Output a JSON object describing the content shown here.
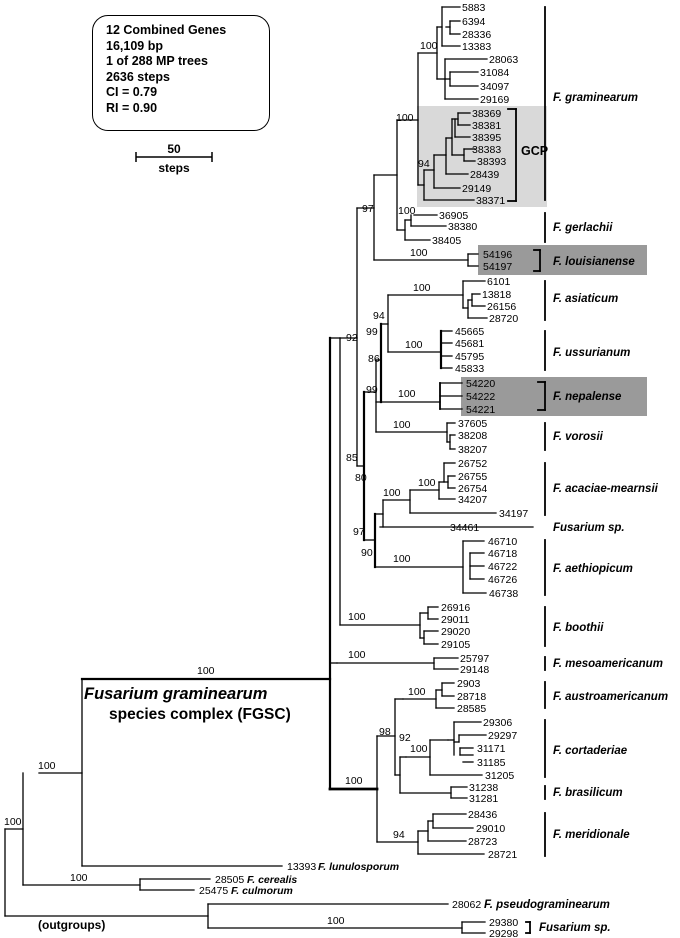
{
  "info_box": {
    "line1": "12 Combined Genes",
    "line2": "16,109 bp",
    "line3": "1 of 288 MP trees",
    "line4": "2636 steps",
    "line5": "CI = 0.79",
    "line6": "RI = 0.90"
  },
  "scale_bar": {
    "value": "50",
    "unit": "steps"
  },
  "complex_label": {
    "title": "Fusarium graminearum",
    "subtitle": "species complex (FGSC)"
  },
  "outgroups_label": "(outgroups)",
  "gcp_label": "GCP",
  "colors": {
    "gcp_shade": "#d9d9d9",
    "new_species_shade": "#9a9a9a",
    "lines": "#000000"
  },
  "clades": {
    "graminearum": "F. graminearum",
    "gerlachii": "F. gerlachii",
    "louisianense": "F. louisianense",
    "asiaticum": "F. asiaticum",
    "ussurianum": "F. ussurianum",
    "nepalense": "F. nepalense",
    "vorosii": "F. vorosii",
    "acaciae": "F. acaciae-mearnsii",
    "fusarium_sp1": "Fusarium sp.",
    "aethiopicum": "F. aethiopicum",
    "boothii": "F. boothii",
    "mesoamericanum": "F. mesoamericanum",
    "austroamericanum": "F. austroamericanum",
    "cortaderiae": "F. cortaderiae",
    "brasilicum": "F. brasilicum",
    "meridionale": "F. meridionale",
    "pseudograminearum": "F. pseudograminearum",
    "fusarium_sp2": "Fusarium sp."
  },
  "outgroup_taxa": {
    "lunulosporum": {
      "strain": "13393",
      "name": "F. lunulosporum"
    },
    "cerealis": {
      "strain": "28505",
      "name": "F. cerealis"
    },
    "culmorum": {
      "strain": "25475",
      "name": "F. culmorum"
    },
    "pseudograminearum": {
      "strain": "28062",
      "name": "F. pseudograminearum"
    }
  },
  "strains": {
    "graminearum": [
      "5883",
      "6394",
      "28336",
      "13383",
      "28063",
      "31084",
      "34097",
      "29169"
    ],
    "gcp": [
      "38369",
      "38381",
      "38395",
      "38383",
      "38393",
      "28439",
      "29149",
      "38371"
    ],
    "gerlachii": [
      "36905",
      "38380",
      "38405"
    ],
    "louisianense": [
      "54196",
      "54197"
    ],
    "asiaticum": [
      "6101",
      "13818",
      "26156",
      "28720"
    ],
    "ussurianum": [
      "45665",
      "45681",
      "45795",
      "45833"
    ],
    "nepalense": [
      "54220",
      "54222",
      "54221"
    ],
    "vorosii": [
      "37605",
      "38208",
      "38207"
    ],
    "acaciae": [
      "26752",
      "26755",
      "26754",
      "34207",
      "34197"
    ],
    "fusarium_sp1": [
      "34461"
    ],
    "aethiopicum": [
      "46710",
      "46718",
      "46722",
      "46726",
      "46738"
    ],
    "boothii": [
      "26916",
      "29011",
      "29020",
      "29105"
    ],
    "mesoamericanum": [
      "25797",
      "29148"
    ],
    "austroamericanum": [
      "2903",
      "28718",
      "28585"
    ],
    "cortaderiae": [
      "29306",
      "29297",
      "31171",
      "31185",
      "31205"
    ],
    "brasilicum": [
      "31238",
      "31281"
    ],
    "meridionale": [
      "28436",
      "29010",
      "28723",
      "28721"
    ],
    "fusarium_sp2": [
      "29380",
      "29298"
    ]
  },
  "support_values": {
    "graminearum_inner": "100",
    "graminearum_clade": "100",
    "gcp_node": "94",
    "gerlachii_node": "100",
    "graminearum_gerlachii": "97",
    "louisianense": "100",
    "asiaticum": "100",
    "asiaticum_ussurianum": "94",
    "node_99a": "99",
    "ussurianum": "100",
    "node_86": "86",
    "nepalense_node": "99",
    "nepalense": "100",
    "node_92": "92",
    "vorosii": "100",
    "node_85": "85",
    "node_80": "80",
    "acaciae_inner": "100",
    "acaciae": "100",
    "node_97b": "97",
    "node_90": "90",
    "aethiopicum": "100",
    "boothii": "100",
    "mesoamericanum": "100",
    "fgsc": "100",
    "austroamericanum": "100",
    "node_98": "98",
    "node_92b": "92",
    "cortaderiae": "100",
    "southern_clade": "100",
    "meridionale": "94",
    "outgroup_a": "100",
    "root": "100",
    "cerealis_culmorum": "100",
    "pseudo_sp2": "100"
  }
}
